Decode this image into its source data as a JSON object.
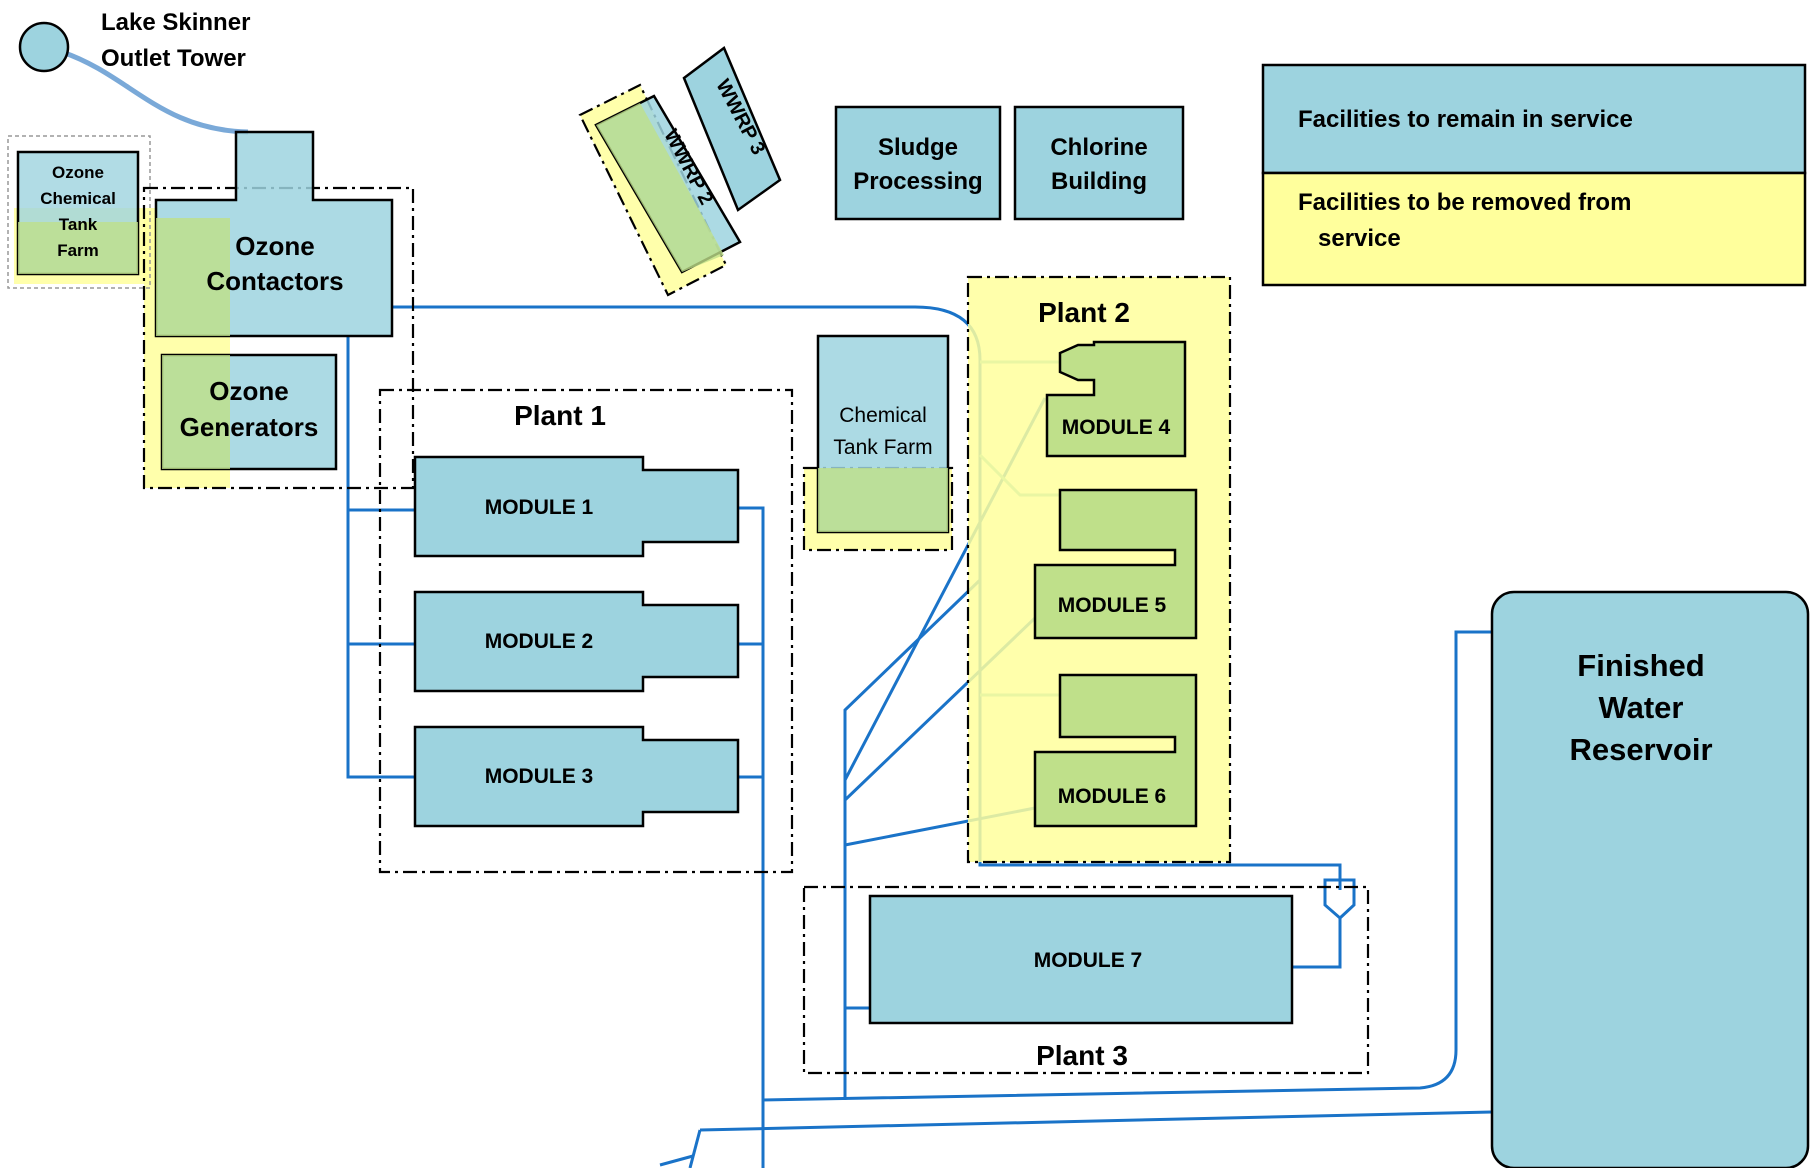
{
  "colors": {
    "remain": "#9dd3df",
    "remove": "#ffff9c",
    "overlap": "#bfe08a",
    "pipe": "#1a73c8",
    "pipe_light": "#6ec0c8",
    "outlet_pipe": "#7aa9d8",
    "border": "#000000"
  },
  "labels": {
    "lake_skinner_line1": "Lake Skinner",
    "lake_skinner_line2": "Outlet Tower",
    "ozone_chem_line1": "Ozone",
    "ozone_chem_line2": "Chemical",
    "ozone_chem_line3": "Tank",
    "ozone_chem_line4": "Farm",
    "ozone_contactors_line1": "Ozone",
    "ozone_contactors_line2": "Contactors",
    "ozone_generators_line1": "Ozone",
    "ozone_generators_line2": "Generators",
    "wwrp2": "WWRP 2",
    "wwrp3": "WWRP 3",
    "sludge_line1": "Sludge",
    "sludge_line2": "Processing",
    "chlorine_line1": "Chlorine",
    "chlorine_line2": "Building",
    "chem_tank_line1": "Chemical",
    "chem_tank_line2": "Tank Farm",
    "plant1": "Plant 1",
    "plant2": "Plant 2",
    "plant3": "Plant 3",
    "module1": "MODULE 1",
    "module2": "MODULE 2",
    "module3": "MODULE 3",
    "module4": "MODULE 4",
    "module5": "MODULE 5",
    "module6": "MODULE 6",
    "module7": "MODULE 7",
    "reservoir_line1": "Finished",
    "reservoir_line2": "Water",
    "reservoir_line3": "Reservoir"
  },
  "legend": {
    "remain_label": "Facilities to remain in service",
    "remove_label_line1": "Facilities to be removed from",
    "remove_label_line2": "service"
  }
}
